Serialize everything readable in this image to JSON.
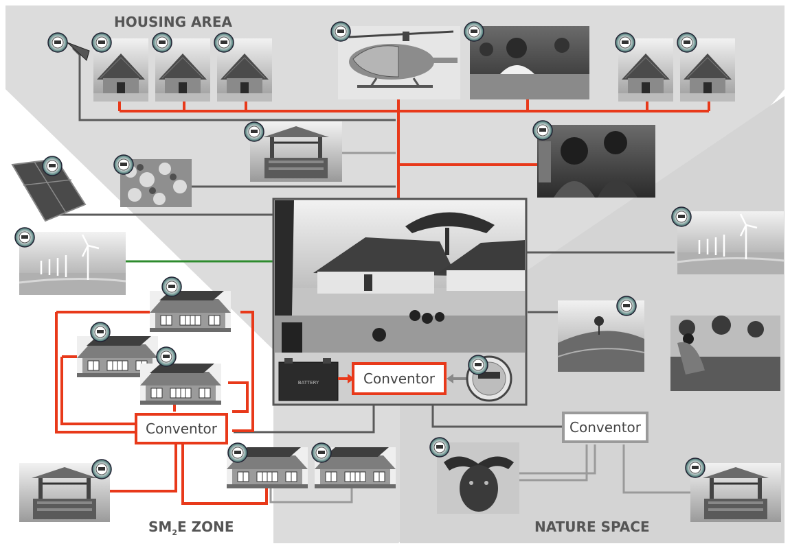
{
  "zones": {
    "housing": "HOUSING AREA",
    "sme_prefix": "SM",
    "sme_sub": "2",
    "sme_suffix": "E ZONE",
    "nature": "NATURE SPACE"
  },
  "converters": {
    "central": "Conventor",
    "sme": "Conventor",
    "nature": "Conventor"
  },
  "battery_label": "BATTERY",
  "colors": {
    "power_line": "#e8391a",
    "wind_line": "#2e8b2e",
    "data_line": "#5a5a5a",
    "light_line": "#9a9a9a",
    "zone_bg": "#dcdcdc",
    "converter_border": "#e8391a"
  }
}
